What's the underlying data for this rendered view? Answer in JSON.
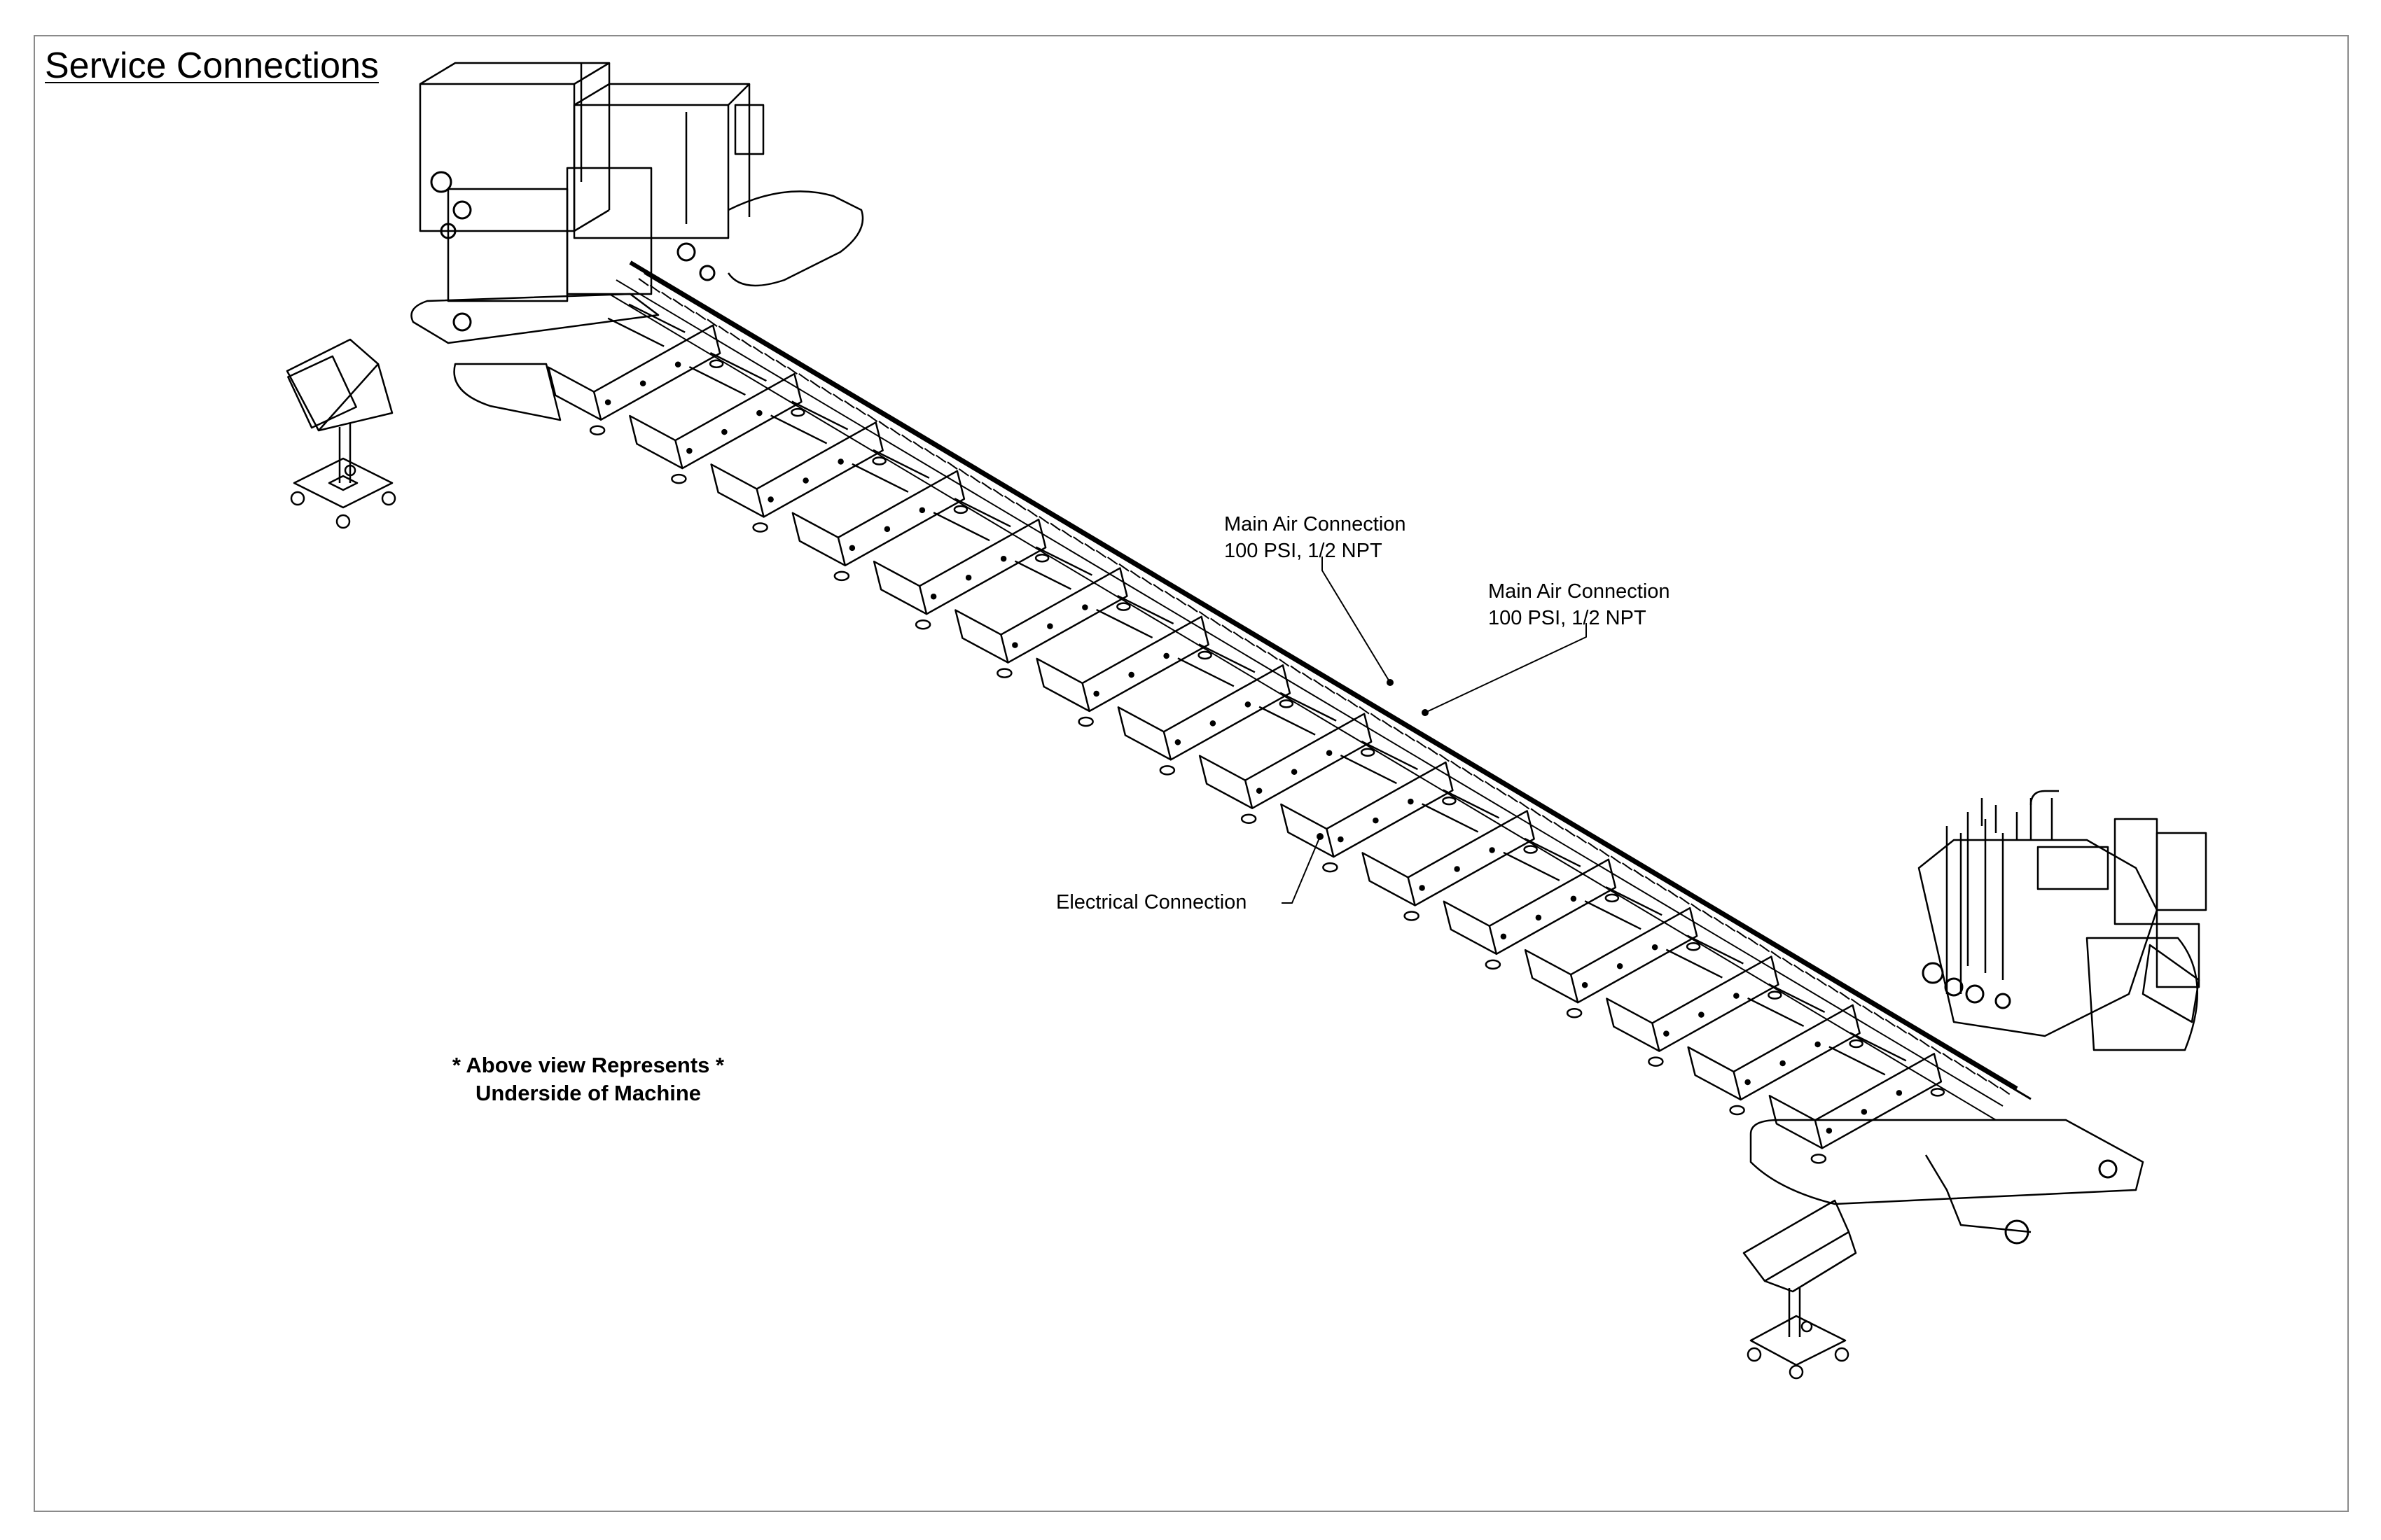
{
  "page": {
    "title": "Service Connections"
  },
  "callouts": {
    "air_connection_1": {
      "label": "Main Air Connection",
      "spec": "100 PSI, 1/2 NPT"
    },
    "air_connection_2": {
      "label": "Main Air Connection",
      "spec": "100 PSI, 1/2 NPT"
    },
    "electrical_connection": {
      "label": "Electrical Connection"
    }
  },
  "note": {
    "line1": "* Above view Represents *",
    "line2": "Underside of Machine"
  }
}
